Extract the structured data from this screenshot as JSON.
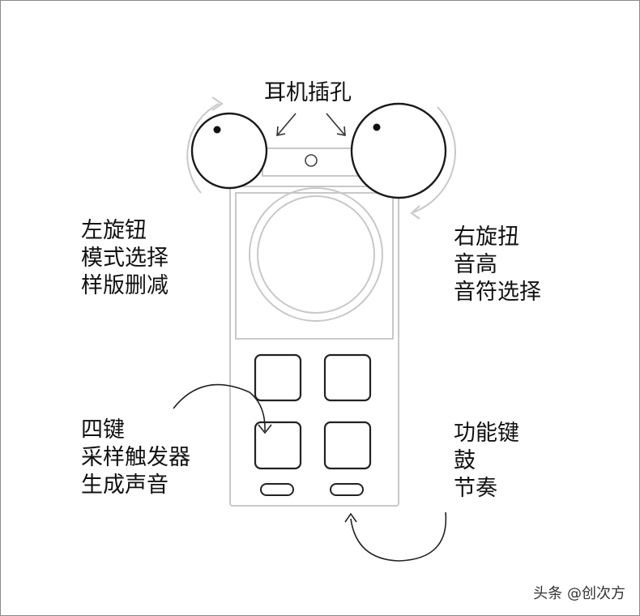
{
  "title": "耳机插孔",
  "left_knob": {
    "lines": [
      "左旋钮",
      "模式选择",
      "样版删减"
    ]
  },
  "right_knob": {
    "lines": [
      "右旋扭",
      "音高",
      "音符选择"
    ]
  },
  "pads": {
    "lines": [
      "四键",
      "采样触发器",
      "生成声音"
    ]
  },
  "function_keys": {
    "lines": [
      "功能键",
      "鼓",
      "节奏"
    ]
  },
  "watermark": "头条 @创次方",
  "colors": {
    "line": "#2a2a2a",
    "light_line": "#c8c8c8",
    "background": "#ffffff"
  }
}
